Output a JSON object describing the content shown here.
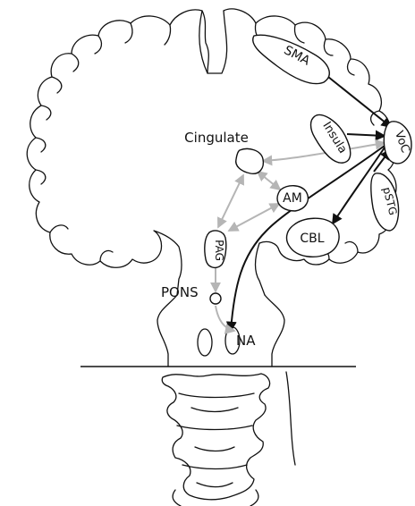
{
  "labels": {
    "sma": "SMA",
    "insula": "Insula",
    "voc": "VoC",
    "pstg": "pSTG",
    "cingulate": "Cingulate",
    "am": "AM",
    "cbl": "CBL",
    "pag": "PAG",
    "pons": "PONS",
    "na": "NA"
  },
  "colors": {
    "motor_pathway": "#111111",
    "limbic_pathway": "#b5b5b5",
    "outline": "#111111",
    "background": "#ffffff"
  },
  "connections": [
    {
      "from": "SMA",
      "to": "VoC",
      "pathway": "motor_pathway"
    },
    {
      "from": "Insula",
      "to": "VoC",
      "pathway": "motor_pathway"
    },
    {
      "from": "pSTG",
      "to": "VoC",
      "pathway": "motor_pathway"
    },
    {
      "from": "VoC",
      "to": "CBL",
      "pathway": "motor_pathway"
    },
    {
      "from": "VoC",
      "to": "NA",
      "pathway": "motor_pathway"
    },
    {
      "from": "VoC",
      "to": "Cingulate",
      "pathway": "limbic_pathway",
      "bidirectional": true
    },
    {
      "from": "Cingulate",
      "to": "AM",
      "pathway": "limbic_pathway",
      "bidirectional": true
    },
    {
      "from": "Cingulate",
      "to": "PAG",
      "pathway": "limbic_pathway",
      "bidirectional": true
    },
    {
      "from": "AM",
      "to": "PAG",
      "pathway": "limbic_pathway",
      "bidirectional": true
    },
    {
      "from": "PAG",
      "to": "PONS",
      "pathway": "limbic_pathway"
    },
    {
      "from": "PONS",
      "to": "NA",
      "pathway": "limbic_pathway"
    }
  ]
}
